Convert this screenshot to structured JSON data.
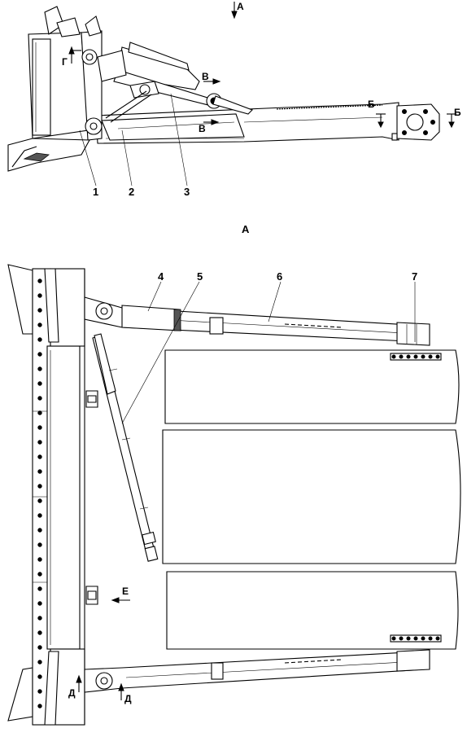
{
  "section_label": "A",
  "markers": {
    "a_arrow": "А",
    "g_arrow": "Г",
    "v_upper": "В",
    "v_lower": "В",
    "b_left": "Б",
    "b_right": "Б",
    "e_arrow": "Е",
    "d_left": "Д",
    "d_right": "Д"
  },
  "callouts": [
    "1",
    "2",
    "3",
    "4",
    "5",
    "6",
    "7"
  ],
  "colors": {
    "ink": "#000000",
    "paper": "#ffffff"
  }
}
